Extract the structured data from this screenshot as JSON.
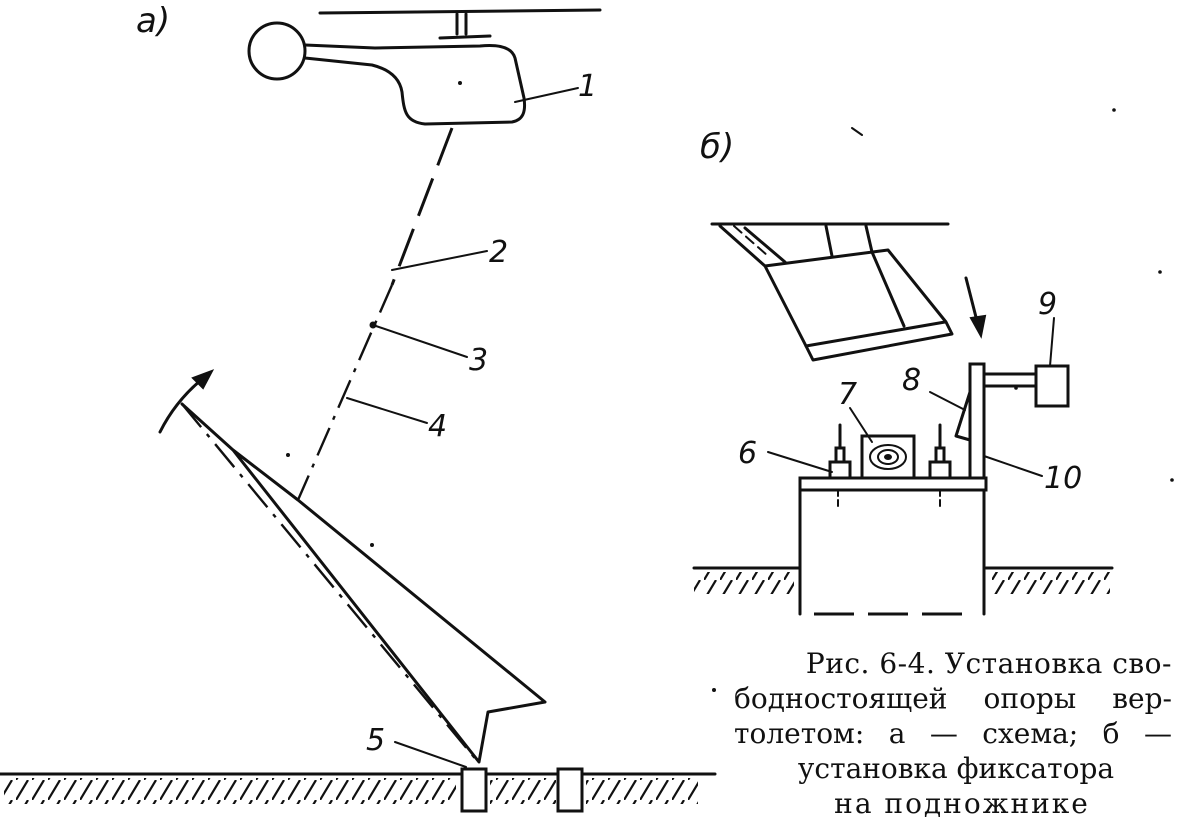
{
  "figure": {
    "panel_a_label": "a)",
    "panel_b_label": "б)",
    "callouts": [
      "1",
      "2",
      "3",
      "4",
      "5",
      "6",
      "7",
      "8",
      "9",
      "10"
    ]
  },
  "caption": {
    "line1": "Рис. 6-4. Установка сво-",
    "line2": "бодностоящей  опоры вер-",
    "line3": "толетом: а — схема; б —",
    "line4": "установка  фиксатора",
    "line5": "на  подножнике"
  }
}
